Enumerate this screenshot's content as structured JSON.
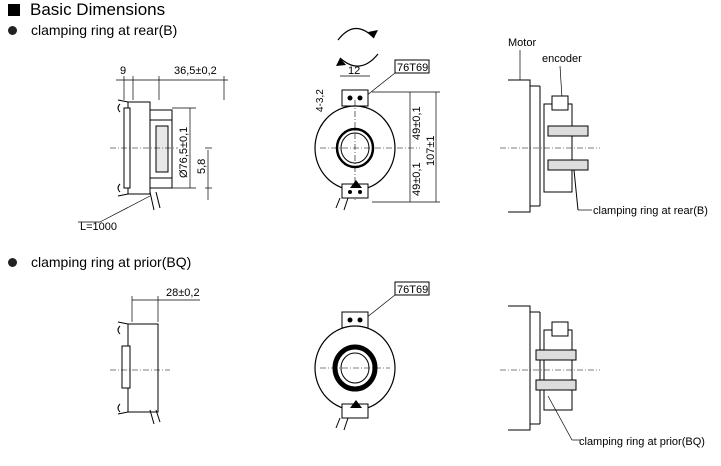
{
  "header": {
    "title": "Basic Dimensions"
  },
  "sections": [
    {
      "label": "clamping ring at rear(B)",
      "side": {
        "dim_width": "9",
        "dim_length": "36,5±0,2",
        "dim_diameter": "Ø76,5±0,1",
        "dim_offset": "5,8",
        "cable_label": "L=1000"
      },
      "front": {
        "model_tag": "76T69",
        "dim_slot": "12",
        "dim_slot_depth": "4-3,2",
        "dim_upper": "49±0,1",
        "dim_lower": "49±0,1",
        "dim_total": "107±1"
      },
      "install": {
        "motor_label": "Motor",
        "encoder_label": "encoder",
        "callout": "clamping ring at rear(B)"
      }
    },
    {
      "label": "clamping ring at prior(BQ)",
      "side": {
        "dim_length": "28±0,2"
      },
      "front": {
        "model_tag": "76T69"
      },
      "install": {
        "callout": "clamping ring at prior(BQ)"
      }
    }
  ]
}
